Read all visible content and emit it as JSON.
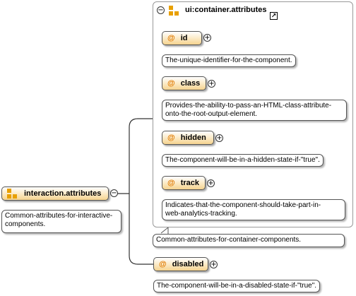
{
  "root": {
    "label": "interaction.attributes",
    "doc": "Common-attributes-for-interactive-components.",
    "doc_lines": [
      "Common-attributes-for-interactive-",
      "components."
    ],
    "icon": "attribute-group-icon",
    "toggle": "−"
  },
  "group": {
    "label": "ui:container.attributes",
    "toggle": "−",
    "link_icon": "external-link-icon",
    "doc": "Common-attributes-for-container-components."
  },
  "attributes": [
    {
      "at": "@",
      "name": "id",
      "plus": "+",
      "doc_lines": [
        "The-unique-identifier-for-the-component."
      ]
    },
    {
      "at": "@",
      "name": "class",
      "plus": "+",
      "doc_lines": [
        "Provides-the-ability-to-pass-an-HTML-class-attribute-",
        "onto-the-root-output-element."
      ]
    },
    {
      "at": "@",
      "name": "hidden",
      "plus": "+",
      "doc_lines": [
        "The-component-will-be-in-a-hidden-state-if-\"true\"."
      ]
    },
    {
      "at": "@",
      "name": "track",
      "plus": "+",
      "doc_lines": [
        "Indicates-that-the-component-should-take-part-in-",
        "web-analytics-tracking."
      ]
    }
  ],
  "disabled": {
    "at": "@",
    "name": "disabled",
    "plus": "+",
    "doc_lines": [
      "The-component-will-be-in-a-disabled-state-if-\"true\"."
    ]
  },
  "colors": {
    "accent": "#e07a00",
    "node_fill": "#f5d38f",
    "border": "#555555"
  }
}
